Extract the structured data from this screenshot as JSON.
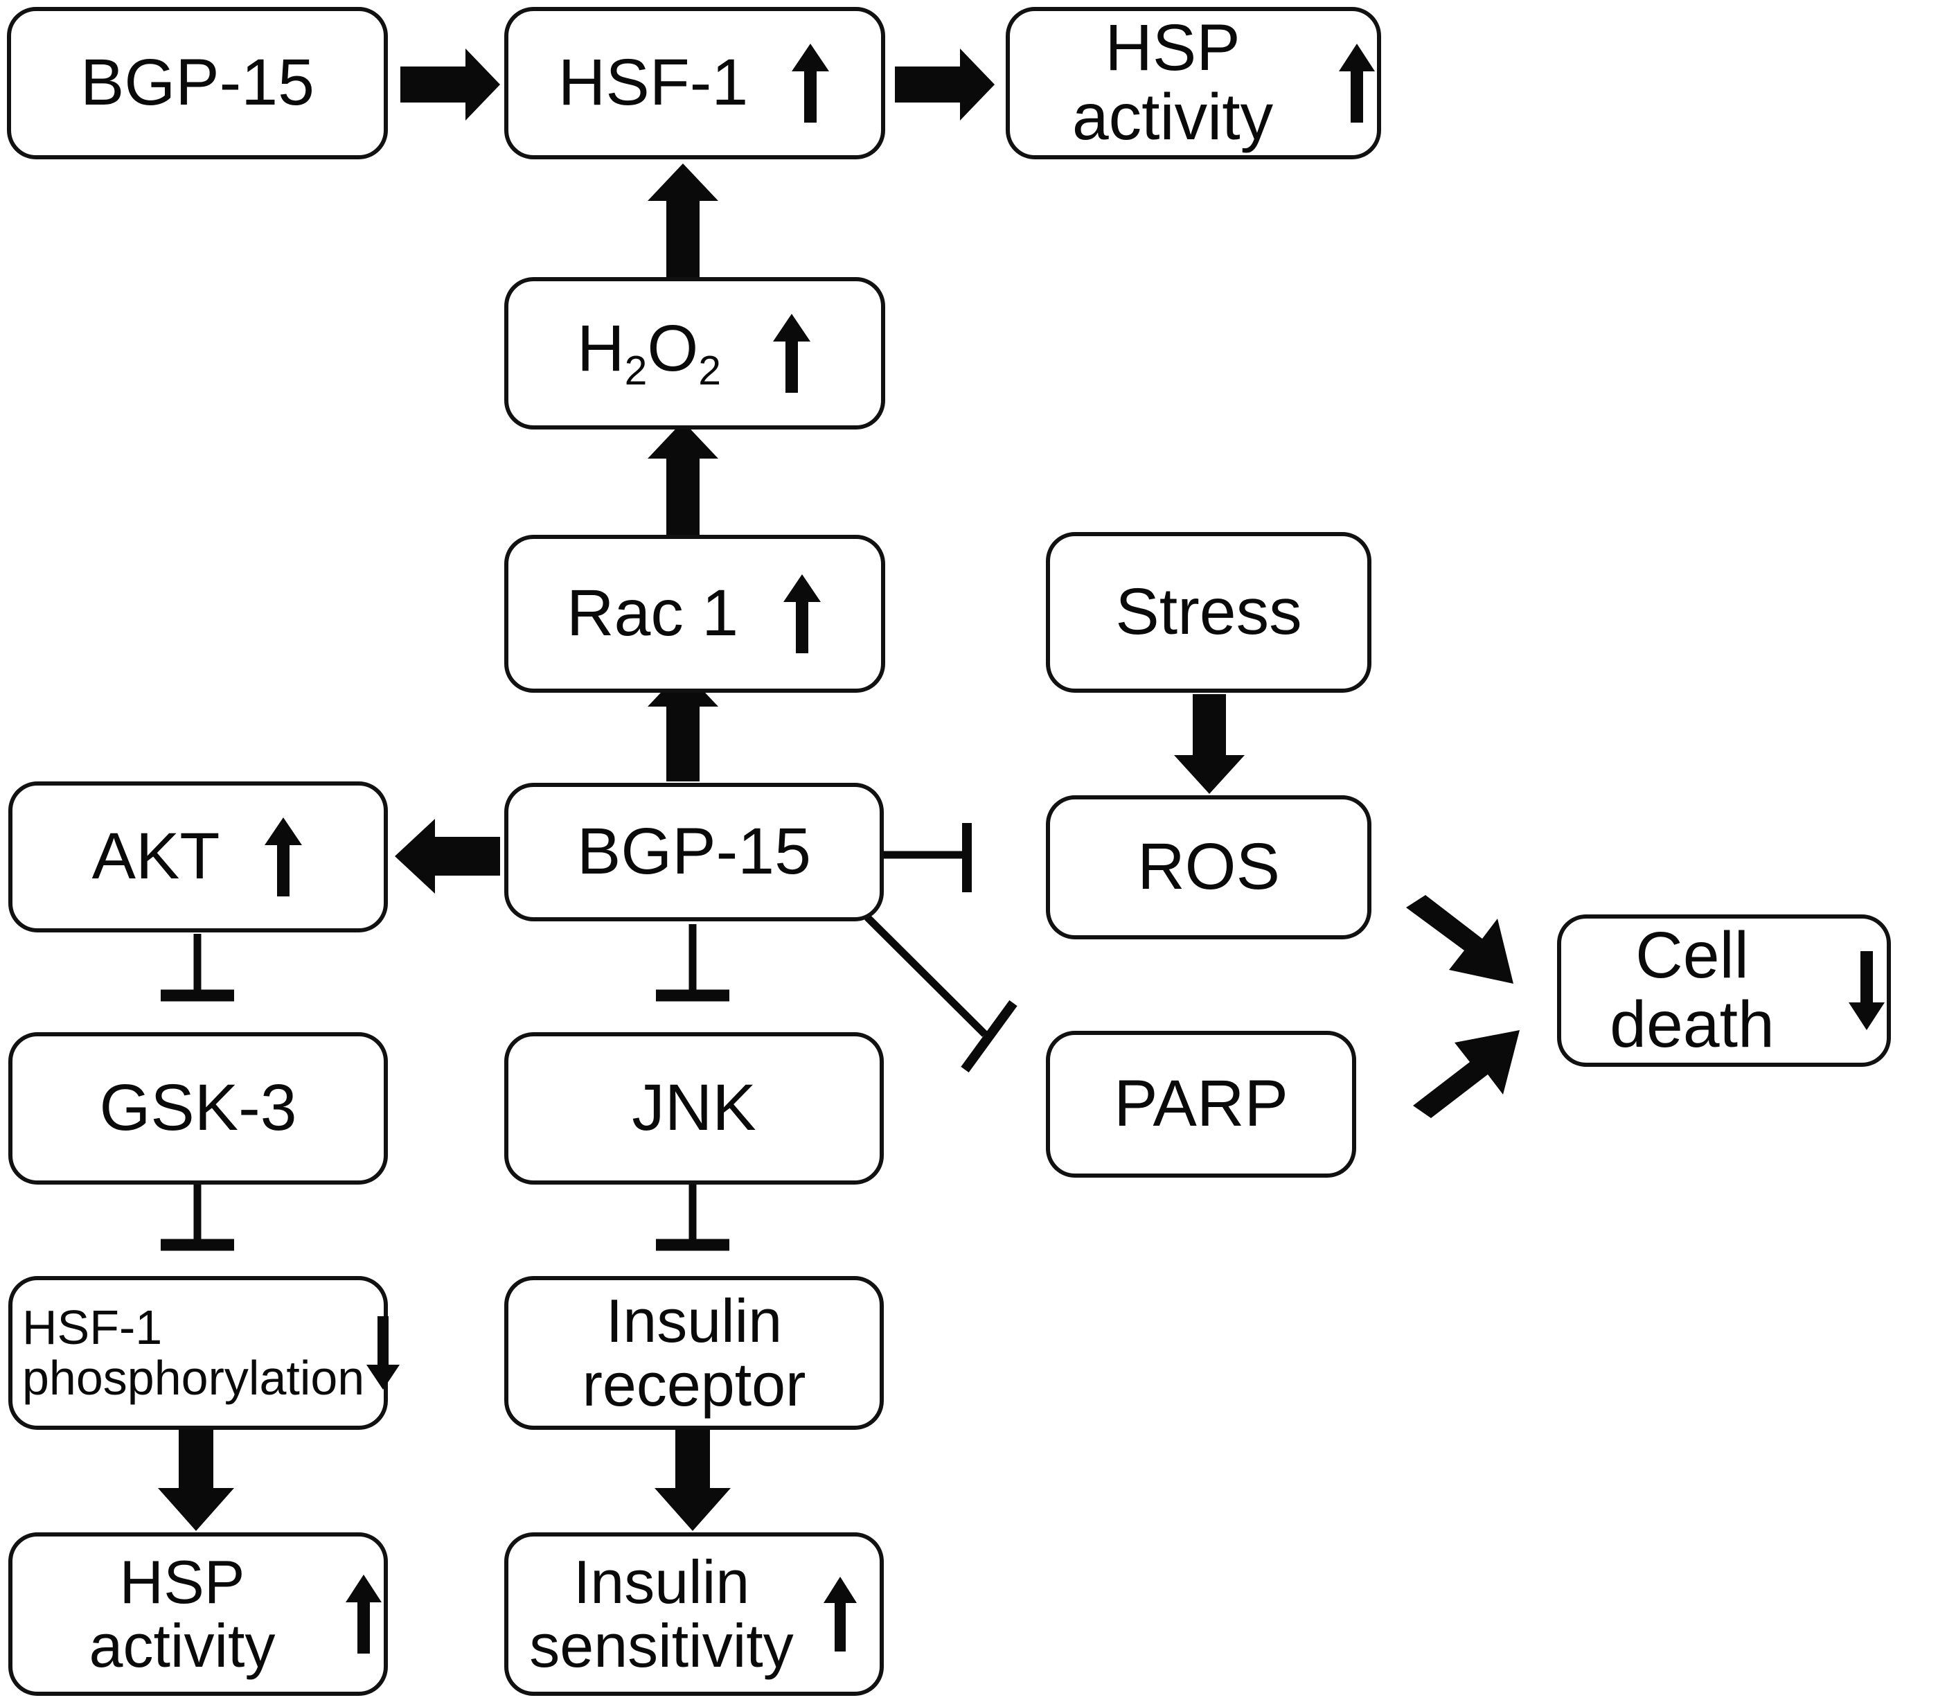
{
  "diagram": {
    "title_text": "",
    "stroke_color": "#111111",
    "background_color": "#ffffff",
    "nodes": [
      {
        "id": "bgp15-top",
        "label": "BGP-15",
        "trend": "none"
      },
      {
        "id": "hsf1",
        "label": "HSF-1",
        "trend": "up"
      },
      {
        "id": "hsp-activity-top",
        "label": "HSP activity",
        "trend": "up"
      },
      {
        "id": "h2o2",
        "label": "H2O2",
        "trend": "up"
      },
      {
        "id": "rac1",
        "label": "Rac 1",
        "trend": "up"
      },
      {
        "id": "stress",
        "label": "Stress",
        "trend": "none"
      },
      {
        "id": "akt",
        "label": "AKT",
        "trend": "up"
      },
      {
        "id": "bgp15-mid",
        "label": "BGP-15",
        "trend": "none"
      },
      {
        "id": "ros",
        "label": "ROS",
        "trend": "none"
      },
      {
        "id": "cell-death",
        "label": "Cell death",
        "trend": "down"
      },
      {
        "id": "gsk3",
        "label": "GSK-3",
        "trend": "none"
      },
      {
        "id": "jnk",
        "label": "JNK",
        "trend": "none"
      },
      {
        "id": "parp",
        "label": "PARP",
        "trend": "none"
      },
      {
        "id": "hsf1-phos",
        "label": "HSF-1\nphosphorylation",
        "trend": "down"
      },
      {
        "id": "insulin-receptor",
        "label": "Insulin\nreceptor",
        "trend": "none"
      },
      {
        "id": "hsp-activity-bottom",
        "label": "HSP activity",
        "trend": "up"
      },
      {
        "id": "insulin-sensitivity",
        "label": "Insulin\nsensitivity",
        "trend": "up"
      }
    ],
    "edges": [
      {
        "from": "bgp15-top",
        "to": "hsf1",
        "kind": "activation"
      },
      {
        "from": "hsf1",
        "to": "hsp-activity-top",
        "kind": "activation"
      },
      {
        "from": "h2o2",
        "to": "hsf1",
        "kind": "activation"
      },
      {
        "from": "rac1",
        "to": "h2o2",
        "kind": "activation"
      },
      {
        "from": "bgp15-mid",
        "to": "rac1",
        "kind": "activation"
      },
      {
        "from": "bgp15-mid",
        "to": "akt",
        "kind": "activation"
      },
      {
        "from": "stress",
        "to": "ros",
        "kind": "activation"
      },
      {
        "from": "ros",
        "to": "cell-death",
        "kind": "activation"
      },
      {
        "from": "parp",
        "to": "cell-death",
        "kind": "activation"
      },
      {
        "from": "akt",
        "to": "gsk3",
        "kind": "inhibition"
      },
      {
        "from": "bgp15-mid",
        "to": "jnk",
        "kind": "inhibition"
      },
      {
        "from": "bgp15-mid",
        "to": "ros",
        "kind": "inhibition"
      },
      {
        "from": "bgp15-mid",
        "to": "parp",
        "kind": "inhibition"
      },
      {
        "from": "gsk3",
        "to": "hsf1-phos",
        "kind": "inhibition"
      },
      {
        "from": "jnk",
        "to": "insulin-receptor",
        "kind": "inhibition"
      },
      {
        "from": "hsf1-phos",
        "to": "hsp-activity-bottom",
        "kind": "activation"
      },
      {
        "from": "insulin-receptor",
        "to": "insulin-sensitivity",
        "kind": "activation"
      }
    ]
  },
  "labels": {
    "bgp15_top": "BGP-15",
    "hsf1": "HSF-1",
    "hsp_activity_top": "HSP activity",
    "h2o2_main": "H",
    "h2o2_sub1": "2",
    "h2o2_mid": "O",
    "h2o2_sub2": "2",
    "rac1": "Rac 1",
    "stress": "Stress",
    "akt": "AKT",
    "bgp15_mid": "BGP-15",
    "ros": "ROS",
    "cell_death": "Cell death",
    "gsk3": "GSK-3",
    "jnk": "JNK",
    "parp": "PARP",
    "hsf1_phos": "HSF-1\nphosphorylation",
    "insulin_receptor": "Insulin\nreceptor",
    "hsp_activity_bottom": "HSP activity",
    "insulin_sensitivity": "Insulin\nsensitivity"
  }
}
